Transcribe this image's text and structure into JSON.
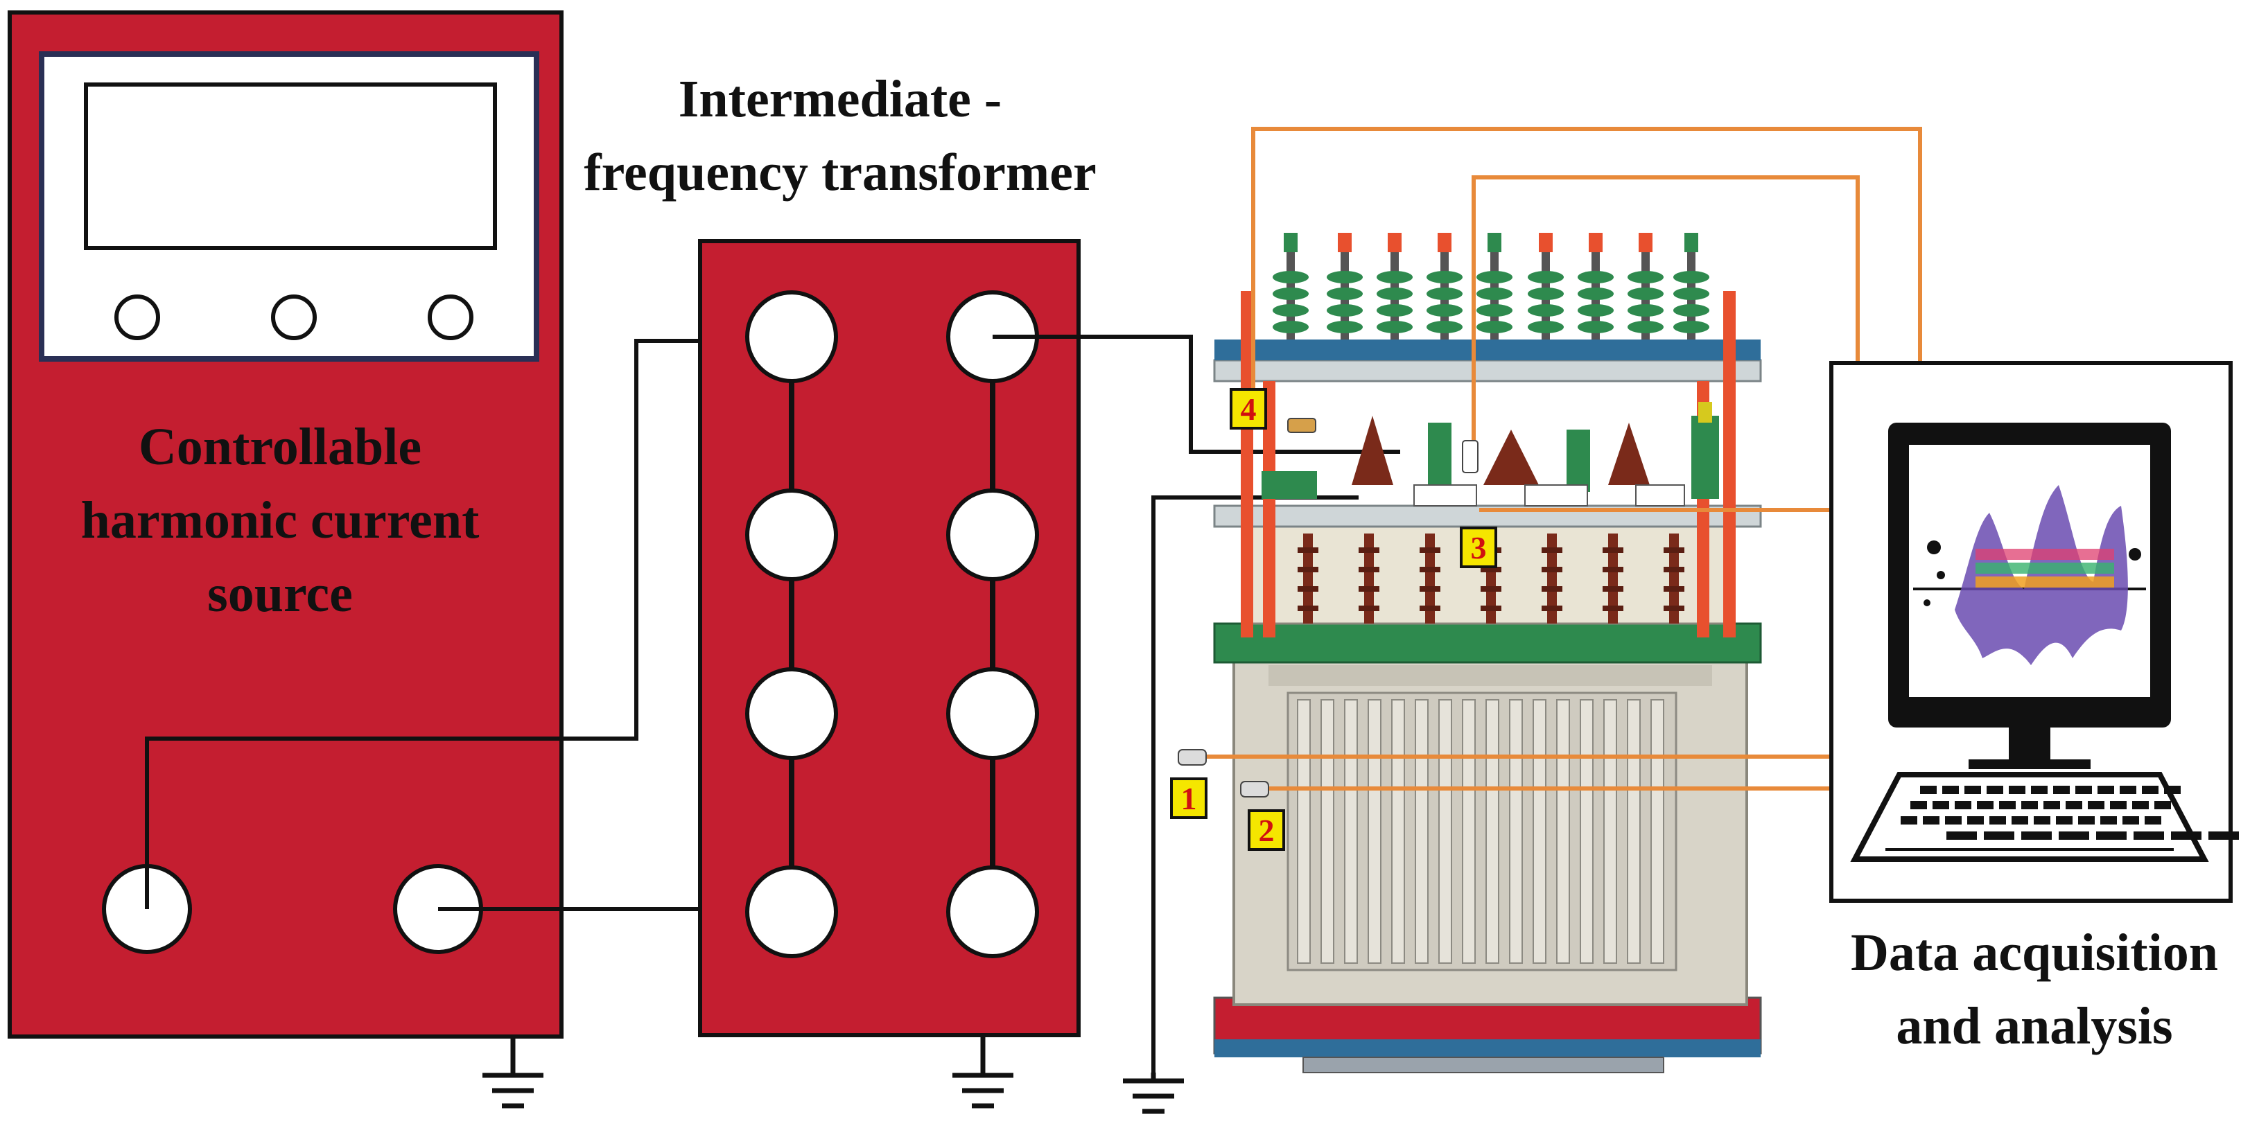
{
  "labels": {
    "source_line1": "Controllable",
    "source_line2": "harmonic current",
    "source_line3": "source",
    "transformer_line1": "Intermediate -",
    "transformer_line2": "frequency transformer",
    "daq_line1": "Data acquisition",
    "daq_line2": "and analysis"
  },
  "sensors": [
    "1",
    "2",
    "3",
    "4"
  ],
  "colors": {
    "panel_red": "#C41E30",
    "panel_outline": "#111111",
    "wire_black": "#111111",
    "wire_orange": "#E88A3A",
    "sensor_fill": "#F5E600",
    "sensor_text": "#D01010",
    "bushing_green": "#2E8A4E",
    "bushing_brown": "#7A2A1A",
    "tank_grey": "#D8D4C8",
    "frame_blue": "#2F6E9A"
  }
}
